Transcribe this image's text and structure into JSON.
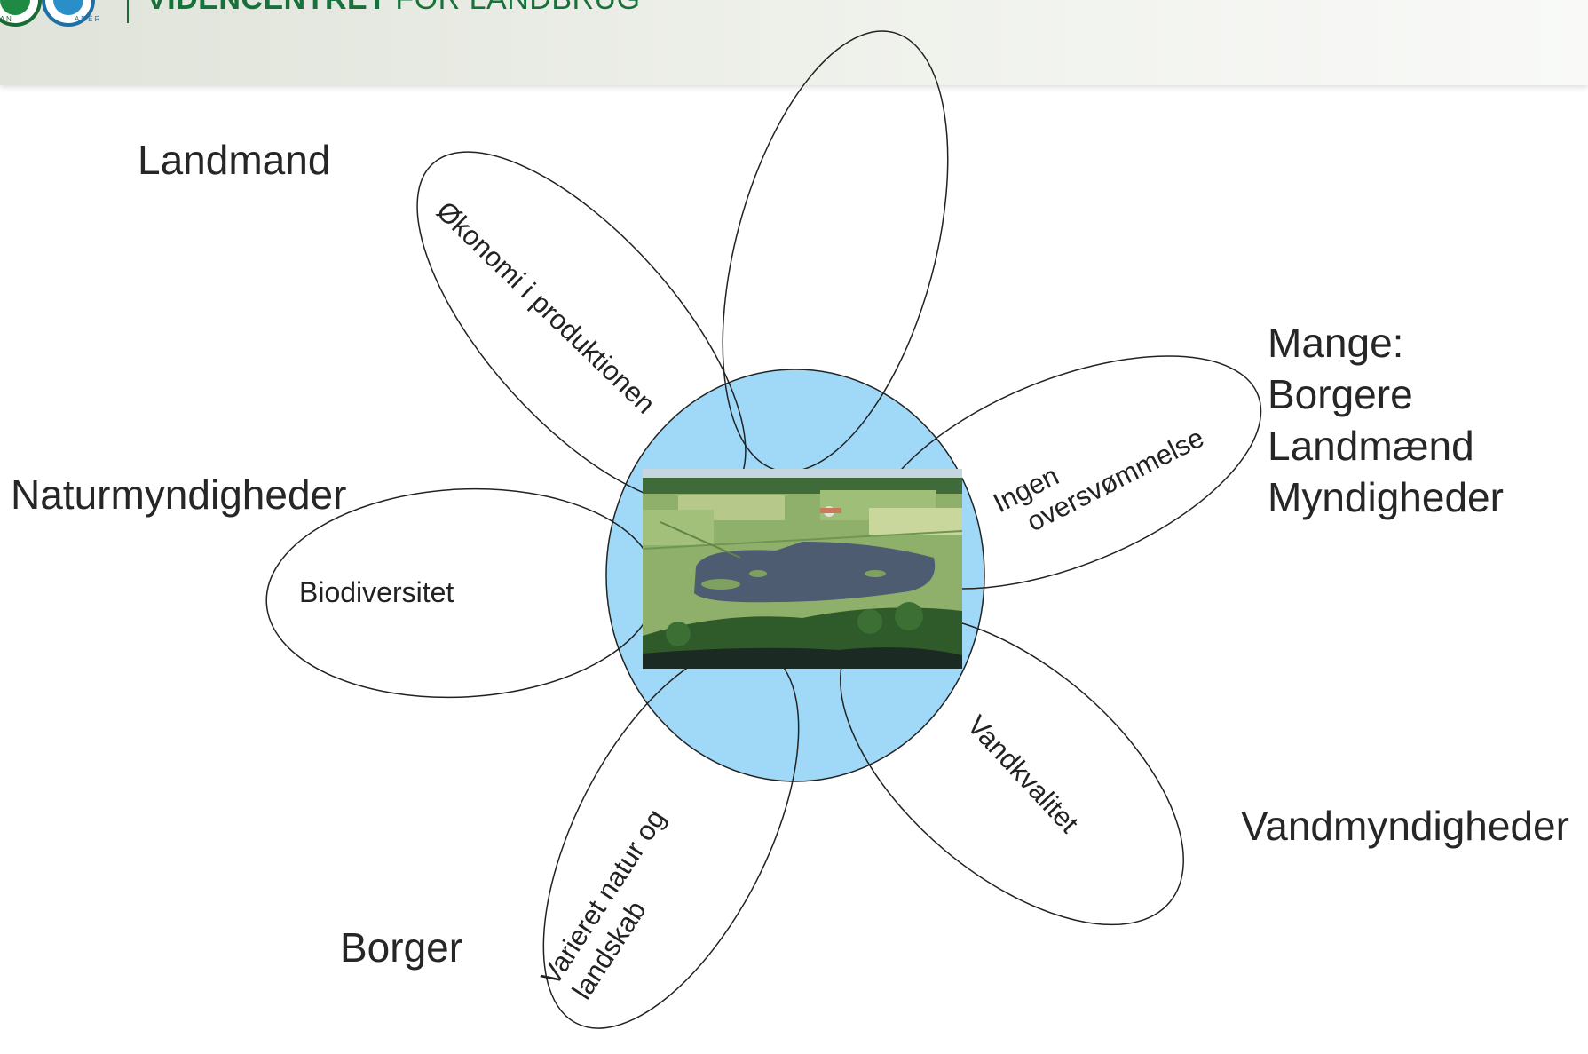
{
  "header": {
    "brand_bold": "VIDENCENTRET",
    "brand_light": " FOR LANDBRUG",
    "logo_text": "LANDBRUG LANDMÆNDENES RÅDGIVNING"
  },
  "colors": {
    "center_fill": "#9fd9f7",
    "petal_stroke": "#222222",
    "brand_green": "#17713a",
    "text": "#262626"
  },
  "center": {
    "image_description_name": "aerial-wetland-photo"
  },
  "petals": {
    "economy": "Økonomi i produktionen",
    "flooding_line1": "Ingen",
    "flooding_line2": "oversvømmelse",
    "biodiversity": "Biodiversitet",
    "landscape_line1": "Varieret natur og",
    "landscape_line2": "landskab",
    "water_quality": "Vandkvalitet"
  },
  "stakeholders": {
    "farmer": "Landmand",
    "nature_authorities": "Naturmyndigheder",
    "many_title": "Mange:",
    "many_items": [
      "Borgere",
      "Landmænd",
      "Myndigheder"
    ],
    "citizen": "Borger",
    "water_authorities": "Vandmyndigheder"
  }
}
